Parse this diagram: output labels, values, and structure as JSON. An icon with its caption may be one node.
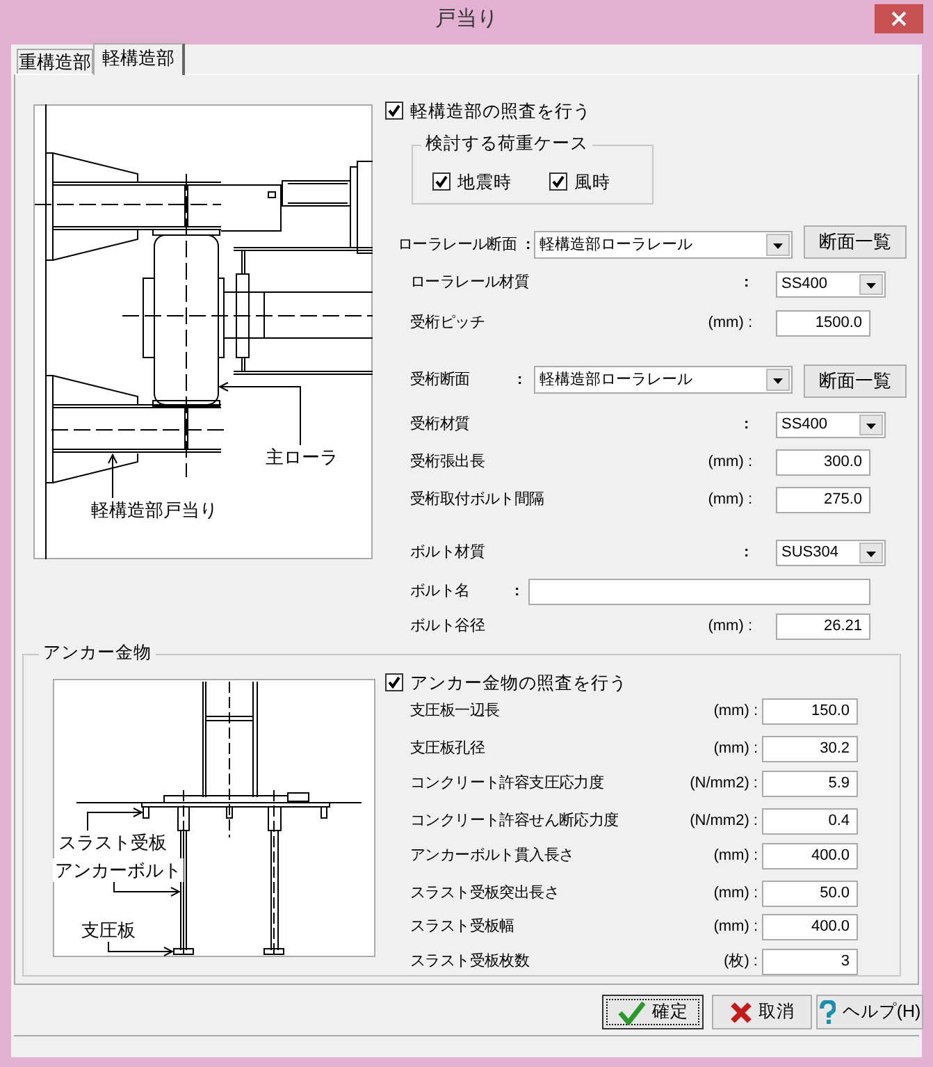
{
  "diagram": {
    "title": "戸当り",
    "nodes": [
      {
        "text": [
          "主ローラ"
        ]
      },
      {
        "text": [
          "軽構造部戸当り"
        ]
      },
      {
        "text": [
          "スラスト受板"
        ]
      },
      {
        "text": [
          "アンカーボルト"
        ]
      },
      {
        "text": [
          "支圧板"
        ]
      },
      {
        "text": [],
        "shape": "box"
      },
      {
        "text": [],
        "shape": "picture"
      },
      {
        "text": [],
        "shape": "box"
      },
      {
        "text": [],
        "shape": "picture"
      },
      {
        "text": [],
        "shape": "box"
      }
    ],
    "edges": [
      {
        "from": 0,
        "to": 5,
        "arrow": "to"
      },
      {
        "from": 1,
        "to": 6,
        "arrow": "to"
      },
      {
        "from": 2,
        "to": 7,
        "arrow": "to"
      },
      {
        "from": 3,
        "to": 8,
        "arrow": "to"
      },
      {
        "from": 4,
        "to": 9,
        "arrow": "to"
      }
    ],
    "labels": [
      "重構造部",
      "軽構造部",
      "軽構造部の照査を行う",
      "検討する荷重ケース",
      "地震時",
      "風時",
      "ローラレール断面",
      ":",
      "軽構造部ローラレール",
      "断面一覧",
      "ローラレール材質",
      ":",
      "SS400",
      "受桁ピッチ",
      "(mm) :",
      "1500.0",
      "受桁断面",
      ":",
      "軽構造部ローラレール",
      "断面一覧",
      "受桁材質",
      ":",
      "SS400",
      "受桁張出長",
      "(mm) :",
      "300.0",
      "受桁取付ボルト間隔",
      "(mm) :",
      "275.0",
      "ボルト材質",
      ":",
      "SUS304",
      "ボルト名",
      ":",
      "ボルト谷径",
      "(mm) :",
      "26.21",
      "アンカー金物",
      "アンカー金物の照査を行う",
      "支圧板一辺長",
      "(mm) :",
      "150.0",
      "支圧板孔径",
      "(mm) :",
      "30.2",
      "コンクリート許容支圧応力度",
      "(N/mm2) :",
      "5.9",
      "コンクリート許容せん断応力度",
      "(N/mm2) :",
      "0.4",
      "アンカーボルト貫入長さ",
      "(mm) :",
      "400.0",
      "スラスト受板突出長さ",
      "(mm) :",
      "50.0",
      "スラスト受板幅",
      "(mm) :",
      "400.0",
      "スラスト受板枚数",
      "(枚) :",
      "3",
      "確定",
      "取消",
      "ヘルプ(H)"
    ]
  }
}
